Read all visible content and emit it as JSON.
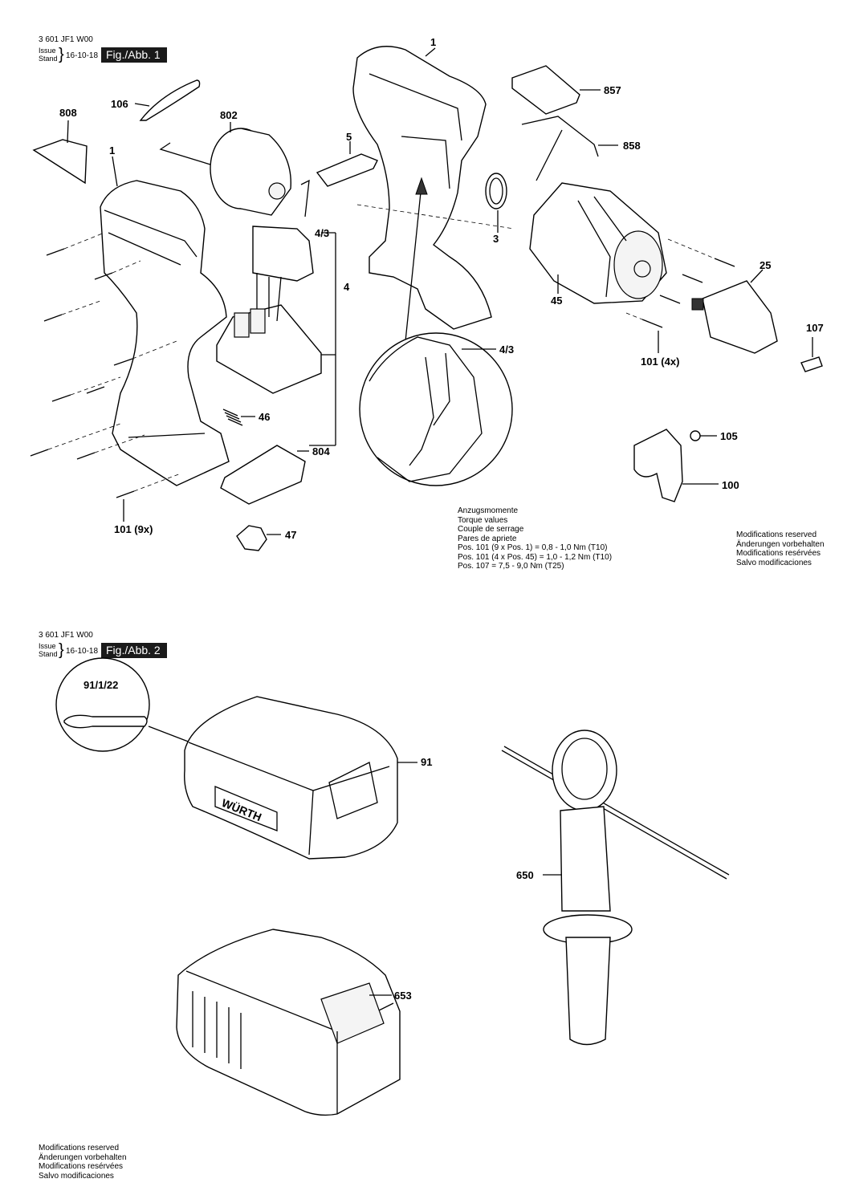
{
  "fig1": {
    "doc_no": "3 601 JF1 W00",
    "issue_line1": "Issue",
    "issue_line2": "Stand",
    "issue_date": "16-10-18",
    "title": "Fig./Abb. 1",
    "callouts": {
      "c1a": "1",
      "c857": "857",
      "c106": "106",
      "c808": "808",
      "c802": "802",
      "c858": "858",
      "c5": "5",
      "c1b": "1",
      "c4_3a": "4/3",
      "c3": "3",
      "c25": "25",
      "c4": "4",
      "c45": "45",
      "c107": "107",
      "c4_3b": "4/3",
      "c101_4x": "101 (4x)",
      "c46": "46",
      "c105": "105",
      "c804": "804",
      "c100": "100",
      "c101_9x": "101 (9x)",
      "c47": "47"
    },
    "torque": [
      "Anzugsmomente",
      "Torque values",
      "Couple de serrage",
      "Pares de apriete",
      "Pos. 101 (9 x Pos. 1)   = 0,8 - 1,0 Nm (T10)",
      "Pos. 101 (4 x Pos. 45) = 1,0 - 1,2 Nm (T10)",
      "Pos. 107  =  7,5 - 9,0 Nm (T25)"
    ],
    "modifications": [
      "Modifications reserved",
      "Änderungen vorbehalten",
      "Modifications resérvées",
      "Salvo modificaciones"
    ]
  },
  "fig2": {
    "doc_no": "3 601 JF1 W00",
    "issue_line1": "Issue",
    "issue_line2": "Stand",
    "issue_date": "16-10-18",
    "title": "Fig./Abb. 2",
    "callouts": {
      "c91_1_22": "91/1/22",
      "c91": "91",
      "c650": "650",
      "c653": "653"
    },
    "battery_brand": "WÜRTH",
    "modifications": [
      "Modifications reserved",
      "Änderungen vorbehalten",
      "Modifications resérvées",
      "Salvo modificaciones"
    ]
  }
}
